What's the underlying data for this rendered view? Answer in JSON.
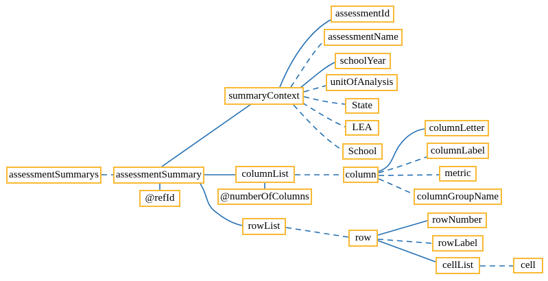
{
  "diagram": {
    "type": "tree",
    "colors": {
      "node_border": "#F9B934",
      "node_fill": "#FFFFFF",
      "edge": "#2470B3",
      "text": "#000000"
    },
    "nodes": {
      "assessmentSummarys": {
        "label": "assessmentSummarys"
      },
      "assessmentSummary": {
        "label": "assessmentSummary"
      },
      "refId": {
        "label": "@refId"
      },
      "summaryContext": {
        "label": "summaryContext"
      },
      "assessmentId": {
        "label": "assessmentId"
      },
      "assessmentName": {
        "label": "assessmentName"
      },
      "schoolYear": {
        "label": "schoolYear"
      },
      "unitOfAnalysis": {
        "label": "unitOfAnalysis"
      },
      "state": {
        "label": "State"
      },
      "lea": {
        "label": "LEA"
      },
      "school": {
        "label": "School"
      },
      "columnList": {
        "label": "columnList"
      },
      "numberOfColumns": {
        "label": "@numberOfColumns"
      },
      "column": {
        "label": "column"
      },
      "columnLetter": {
        "label": "columnLetter"
      },
      "columnLabel": {
        "label": "columnLabel"
      },
      "metric": {
        "label": "metric"
      },
      "columnGroupName": {
        "label": "columnGroupName"
      },
      "rowList": {
        "label": "rowList"
      },
      "row": {
        "label": "row"
      },
      "rowNumber": {
        "label": "rowNumber"
      },
      "rowLabel": {
        "label": "rowLabel"
      },
      "cellList": {
        "label": "cellList"
      },
      "cell": {
        "label": "cell"
      }
    },
    "edges": [
      {
        "from": "assessmentSummarys",
        "to": "assessmentSummary",
        "style": "dashed"
      },
      {
        "from": "assessmentSummary",
        "to": "summaryContext",
        "style": "solid"
      },
      {
        "from": "assessmentSummary",
        "to": "@refId",
        "style": "solid"
      },
      {
        "from": "assessmentSummary",
        "to": "columnList",
        "style": "solid"
      },
      {
        "from": "assessmentSummary",
        "to": "rowList",
        "style": "solid"
      },
      {
        "from": "summaryContext",
        "to": "assessmentId",
        "style": "solid"
      },
      {
        "from": "summaryContext",
        "to": "assessmentName",
        "style": "dashed"
      },
      {
        "from": "summaryContext",
        "to": "schoolYear",
        "style": "solid"
      },
      {
        "from": "summaryContext",
        "to": "unitOfAnalysis",
        "style": "dashed"
      },
      {
        "from": "summaryContext",
        "to": "State",
        "style": "dashed"
      },
      {
        "from": "summaryContext",
        "to": "LEA",
        "style": "dashed"
      },
      {
        "from": "summaryContext",
        "to": "School",
        "style": "dashed"
      },
      {
        "from": "columnList",
        "to": "@numberOfColumns",
        "style": "solid"
      },
      {
        "from": "columnList",
        "to": "column",
        "style": "dashed"
      },
      {
        "from": "column",
        "to": "columnLetter",
        "style": "solid"
      },
      {
        "from": "column",
        "to": "columnLabel",
        "style": "dashed"
      },
      {
        "from": "column",
        "to": "metric",
        "style": "dashed"
      },
      {
        "from": "column",
        "to": "columnGroupName",
        "style": "dashed"
      },
      {
        "from": "rowList",
        "to": "row",
        "style": "dashed"
      },
      {
        "from": "row",
        "to": "rowNumber",
        "style": "solid"
      },
      {
        "from": "row",
        "to": "rowLabel",
        "style": "dashed"
      },
      {
        "from": "row",
        "to": "cellList",
        "style": "solid"
      },
      {
        "from": "cellList",
        "to": "cell",
        "style": "dashed"
      }
    ]
  }
}
